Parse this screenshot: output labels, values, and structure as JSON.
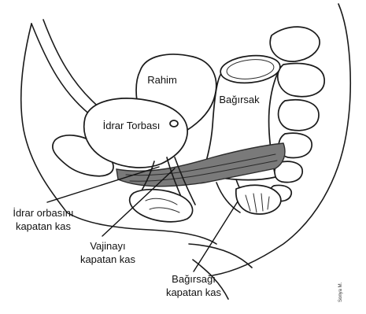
{
  "labels": {
    "uterus": "Rahim",
    "bladder": "İdrar Torbası",
    "bowel": "Bağırsak",
    "bladder_muscle_line1": "İdrar orbasını",
    "bladder_muscle_line2": "kapatan kas",
    "vagina_muscle_line1": "Vajinayı",
    "vagina_muscle_line2": "kapatan kas",
    "bowel_muscle_line1": "Bağırsağı",
    "bowel_muscle_line2": "kapatan kas"
  },
  "signature": "Sonya M.",
  "colors": {
    "ink": "#1a1a1a",
    "muscle": "#6e6e6e",
    "muscle_dark": "#3c3c3c",
    "background": "#ffffff"
  }
}
